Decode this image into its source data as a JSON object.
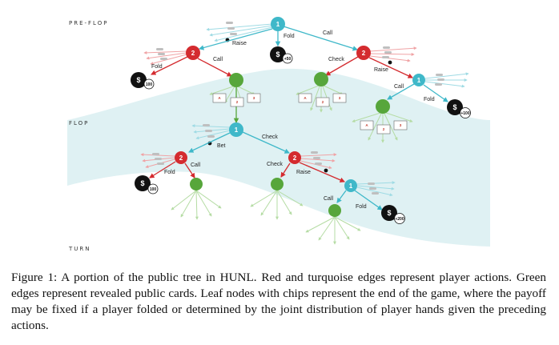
{
  "rounds": {
    "preflop": "PRE-FLOP",
    "flop": "FLOP",
    "turn": "TURN"
  },
  "actions": {
    "raise": "Raise",
    "fold": "Fold",
    "call": "Call",
    "check": "Check",
    "bet": "Bet"
  },
  "players": {
    "p1": "1",
    "p2": "2"
  },
  "chips": {
    "p50": "+50",
    "n100": "100",
    "p100": "+100",
    "p200": "+200"
  },
  "cards": [
    "A",
    "2",
    "3"
  ],
  "colors": {
    "player1": "#3fb8c9",
    "player2": "#d42b2f",
    "chance": "#57a63b",
    "background": "#dff1f3"
  },
  "caption": {
    "label": "Figure 1:",
    "text": "A portion of the public tree in HUNL. Red and turquoise edges represent player actions. Green edges represent revealed public cards. Leaf nodes with chips represent the end of the game, where the payoff may be fixed if a player folded or determined by the joint distribution of player hands given the preceding actions."
  }
}
